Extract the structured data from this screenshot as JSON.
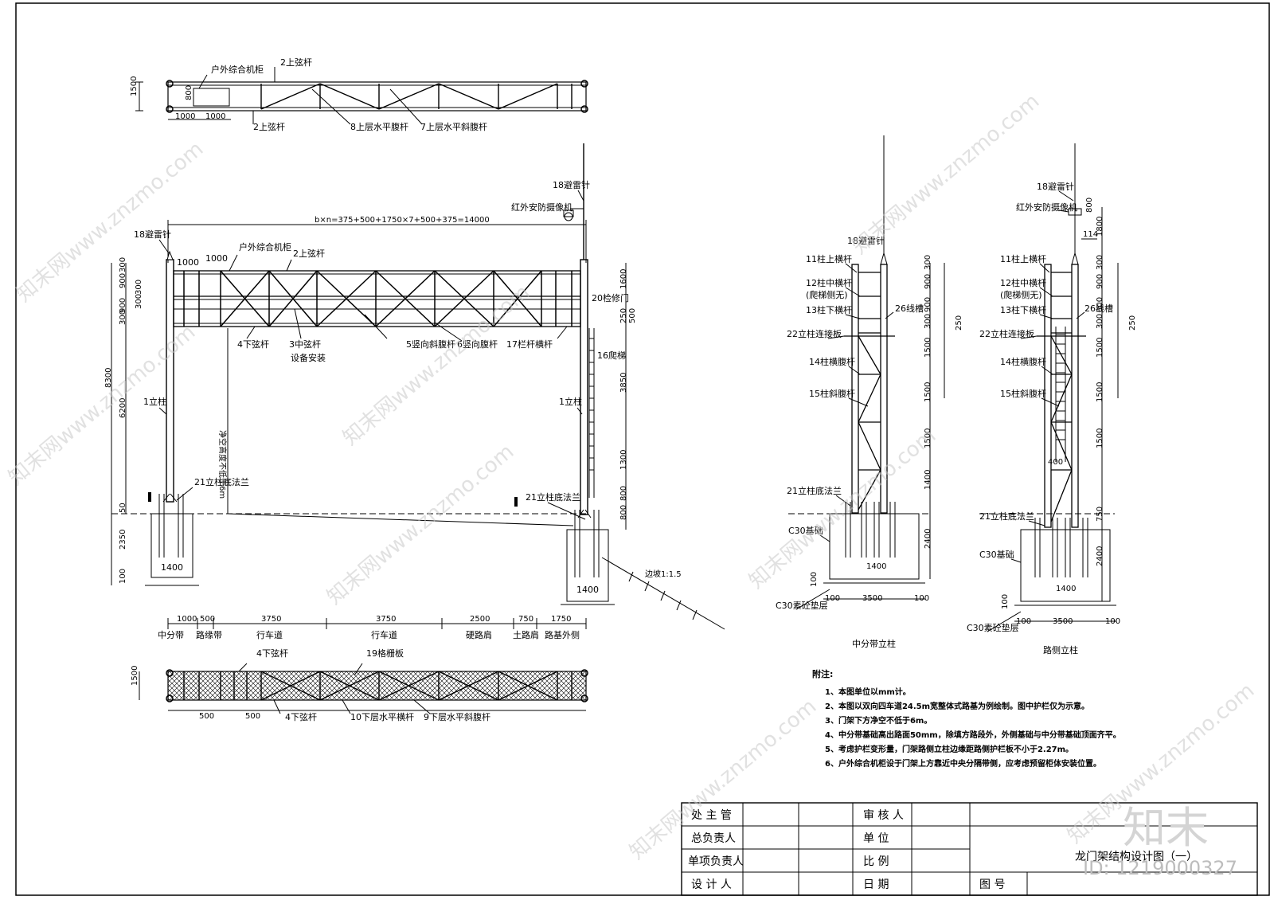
{
  "top_plan": {
    "cabinet": "户外综合机柜",
    "upper_chord_top": "2上弦杆",
    "upper_chord_bottom": "2上弦杆",
    "diag_h": "8上层水平腹杆",
    "diag_s": "7上层水平斜腹杆",
    "dim_width": "1500",
    "dim_box": "800",
    "dim_a": "1000",
    "dim_b": "1000"
  },
  "elevation": {
    "span_formula": "b×n=375+500+1750×7+500+375=14000",
    "lightning_left": "18避雷针",
    "lightning_right": "18避雷针",
    "camera": "红外安防摄像机",
    "cabinet": "户外综合机柜",
    "upper_chord": "2上弦杆",
    "dim_1000a": "1000",
    "dim_1000b": "1000",
    "door": "20检修门",
    "lower_chord": "4下弦杆",
    "mid_chord": "3中弦杆",
    "equipment": "设备安装",
    "vert_diag": "5竖向斜腹杆",
    "vert_web": "6竖向腹杆",
    "rail": "17栏杆横杆",
    "ladder": "16爬梯",
    "column_left": "1立柱",
    "column_right": "1立柱",
    "clearance": "净空高度不低于6m",
    "flange_left": "21立柱底法兰",
    "flange_right": "21立柱底法兰",
    "slope": "边坡1:1.5",
    "found_w_left": "1400",
    "found_w_right": "1400",
    "left_dims": [
      "300",
      "900",
      "300",
      "300",
      "900",
      "300",
      "8300",
      "6200",
      "50",
      "2350",
      "100"
    ],
    "right_dims": [
      "1600",
      "250",
      "500",
      "3850",
      "1300",
      "800",
      "800"
    ],
    "bottom_dims": [
      "1000",
      "500",
      "3750",
      "3750",
      "2500",
      "750",
      "1750"
    ],
    "bottom_labels": [
      "中分带",
      "路缘带",
      "行车道",
      "行车道",
      "硬路肩",
      "土路肩",
      "路基外侧"
    ]
  },
  "bottom_plan": {
    "lower_chord_top": "4下弦杆",
    "grating": "19格栅板",
    "lower_chord_bottom": "4下弦杆",
    "lower_h": "10下层水平横杆",
    "lower_s": "9下层水平斜腹杆",
    "dim_width": "1500",
    "dim_500a": "500",
    "dim_500b": "500"
  },
  "median_column": {
    "title": "中分带立柱",
    "lightning": "18避雷针",
    "top_bar": "11柱上横杆",
    "mid_bar": "12柱中横杆",
    "mid_bar_note": "(爬梯侧无)",
    "low_bar": "13柱下横杆",
    "cable": "26线槽",
    "plate": "22立柱连接板",
    "h_web": "14柱横腹杆",
    "d_web": "15柱斜腹杆",
    "flange": "21立柱底法兰",
    "found": "C30基础",
    "pad": "C30素砼垫层",
    "found_w": "1400",
    "base_w": "3500",
    "edge_a": "100",
    "edge_b": "100",
    "pad_h": "100",
    "vdims": [
      "300",
      "900",
      "900",
      "300",
      "1500",
      "1500",
      "1500",
      "1400",
      "2400"
    ],
    "side_dim": "250"
  },
  "road_column": {
    "title": "路侧立柱",
    "lightning": "18避雷针",
    "camera": "红外安防摄像机",
    "top_bar": "11柱上横杆",
    "mid_bar": "12柱中横杆",
    "mid_bar_note": "(爬梯侧无)",
    "low_bar": "13柱下横杆",
    "cable": "26线槽",
    "plate": "22立柱连接板",
    "h_web": "14柱横腹杆",
    "d_web": "15柱斜腹杆",
    "flange": "21立柱底法兰",
    "found": "C30基础",
    "pad": "C30素砼垫层",
    "found_w": "1400",
    "base_w": "3500",
    "edge_a": "100",
    "edge_b": "100",
    "pad_h": "100",
    "mast_dim": "114",
    "cam_dim": "800",
    "ladder_dim": "400",
    "vdims": [
      "1800",
      "300",
      "900",
      "900",
      "300",
      "1500",
      "1500",
      "1500",
      "750",
      "2400"
    ],
    "side_dim": "250"
  },
  "notes": {
    "title": "附注:",
    "items": [
      "1、本图单位以mm计。",
      "2、本图以双向四车道24.5m宽整体式路基为例绘制。图中护栏仅为示意。",
      "3、门架下方净空不低于6m。",
      "4、中分带基础高出路面50mm，除填方路段外，外侧基础与中分带基础顶面齐平。",
      "5、考虑护栏变形量，门架路侧立柱边缘距路侧护栏板不小于2.27m。",
      "6、户外综合机柜设于门架上方靠近中央分隔带侧，应考虑预留柜体安装位置。"
    ]
  },
  "title_block": {
    "r1c1": "处 主 管",
    "r2c1": "总负责人",
    "r3c1": "单项负责人",
    "r4c1": "设 计 人",
    "r1c4": "审 核 人",
    "r2c4": "单    位",
    "r3c4": "比    例",
    "r4c4": "日    期",
    "drawing_no": "图    号",
    "drawing_title": "龙门架结构设计图（一）"
  },
  "brand": {
    "logo": "知末",
    "id": "ID: 1219000327",
    "watermark": "知末网www.znzmo.com"
  }
}
